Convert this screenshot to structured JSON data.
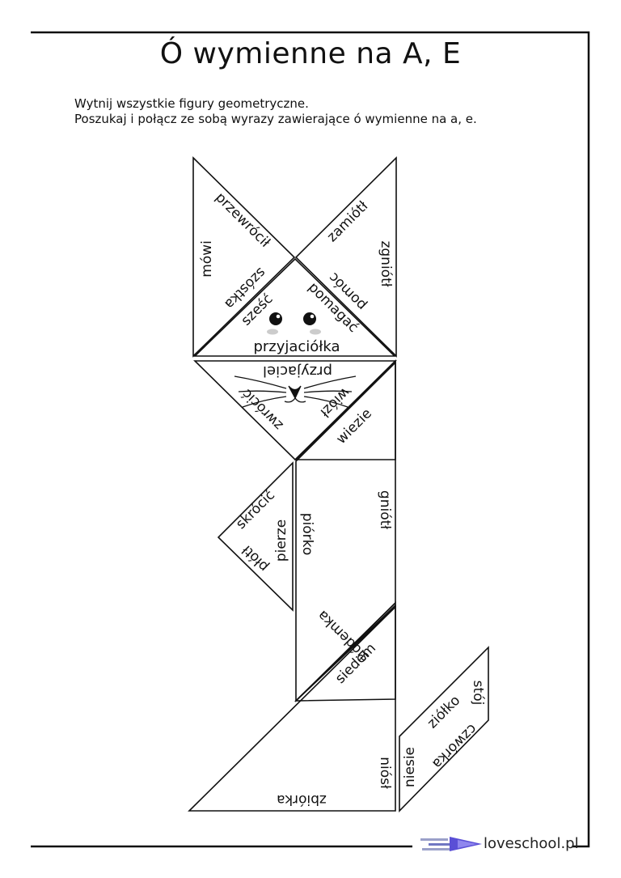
{
  "title": "Ó wymienne na A, E",
  "instructions": {
    "line1": "Wytnij wszystkie figury geometryczne.",
    "line2": "Poszukaj i połącz ze sobą wyrazy zawierające ó wymienne na a, e."
  },
  "pieces": {
    "left_ear": {
      "w1": "przewrócił",
      "w2": "mówi",
      "w3": "szóstka"
    },
    "right_ear": {
      "w1": "zamiótł",
      "w2": "zgniótł",
      "w3": "pomóc"
    },
    "face": {
      "w1": "sześć",
      "w2": "pomagać",
      "w3": "przyjaciółka"
    },
    "muzzle": {
      "w1": "przyjaciel",
      "w2": "zwrócić",
      "w3": "wiózł"
    },
    "body_strip": {
      "w1": "wiezie"
    },
    "small_triangle": {
      "w1": "skrócić",
      "w2": "pierze",
      "w3": "płótł"
    },
    "square": {
      "w1": "piórko",
      "w2": "gniótł"
    },
    "leg": {
      "w1": "siódemka",
      "w2": "siedem"
    },
    "tail": {
      "w1": "stój",
      "w2": "ziółko",
      "w3": "czwórka",
      "w4": "niesie"
    },
    "big_triangle": {
      "w1": "niósł",
      "w2": "zbiórka"
    }
  },
  "brand": "loveschool.pl"
}
